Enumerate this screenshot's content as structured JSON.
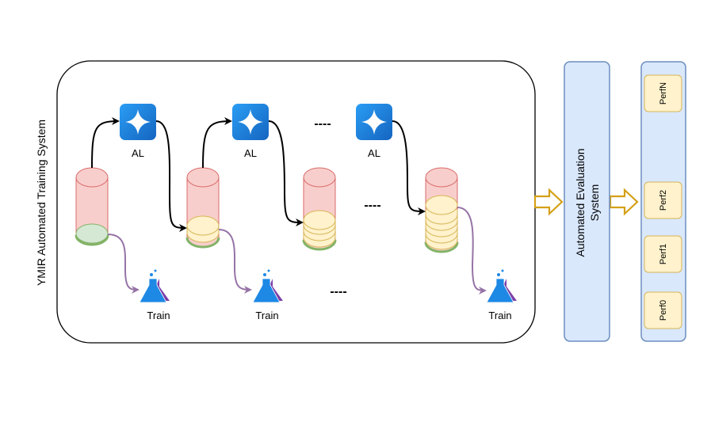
{
  "system_label": "YMIR Automated Training System",
  "al_labels": [
    "AL",
    "AL",
    "AL"
  ],
  "train_labels": [
    "Train",
    "Train",
    "Train"
  ],
  "ellipsis": [
    "----",
    "----",
    "----"
  ],
  "evaluation_label_line1": "Automated Evaluation",
  "evaluation_label_line2": "System",
  "perf_items": [
    "PerfN",
    "Perf2",
    "Perf1",
    "Perf0"
  ],
  "colors": {
    "panel_fill": "#dae8fc",
    "panel_stroke": "#6c8ebf",
    "perf_fill": "#fff2cc",
    "perf_stroke": "#d6b656",
    "cyl_red_fill": "#f8cecc",
    "cyl_red_stroke": "#d96b6b",
    "cyl_green_fill": "#d5e8d4",
    "cyl_green_stroke": "#82b366",
    "arrow_purple": "#9673a6",
    "arrow_gold": "#d4a017",
    "al_icon": "#1e88e5",
    "flask_blue": "#1e88e5",
    "flask_purple": "#7b3fa8"
  }
}
